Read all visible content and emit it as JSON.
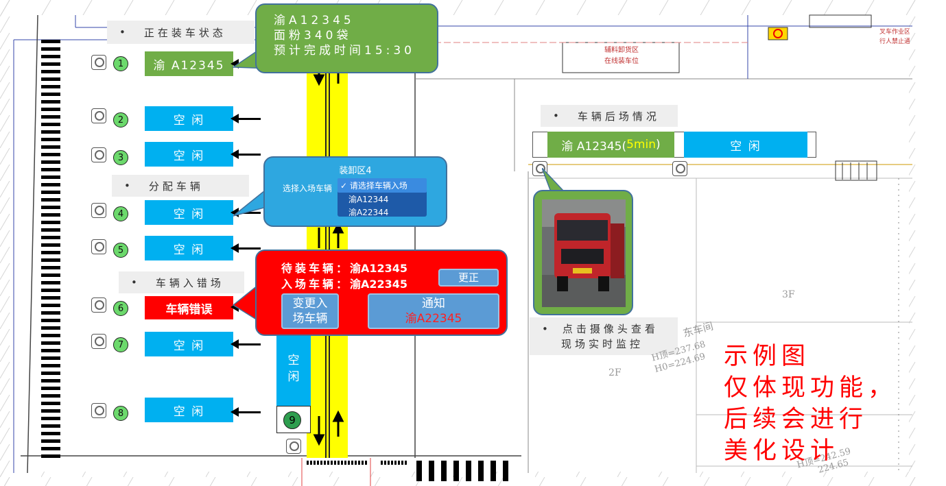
{
  "loading_status": {
    "tag": "正在装车状态",
    "bubble_plate": "渝A12345",
    "bubble_cargo": "面粉340袋",
    "bubble_time": "预计完成时间15:30"
  },
  "bays": [
    {
      "num": "1",
      "label": "渝 A12345",
      "state": "loading"
    },
    {
      "num": "2",
      "label": "空 闲",
      "state": "idle"
    },
    {
      "num": "3",
      "label": "空 闲",
      "state": "idle"
    },
    {
      "num": "4",
      "label": "空 闲",
      "state": "idle"
    },
    {
      "num": "5",
      "label": "空 闲",
      "state": "idle"
    },
    {
      "num": "6",
      "label": "车辆错误",
      "state": "error"
    },
    {
      "num": "7",
      "label": "空 闲",
      "state": "idle"
    },
    {
      "num": "8",
      "label": "空 闲",
      "state": "idle"
    },
    {
      "num": "9",
      "label": "空\n闲",
      "state": "idle"
    }
  ],
  "assign": {
    "tag": "分配车辆",
    "title": "装卸区4",
    "field_label": "选择入场车辆",
    "options": [
      "请选择车辆入场",
      "渝A12344",
      "渝A22344"
    ],
    "selected": "请选择车辆入场"
  },
  "wrong_entry": {
    "tag": "车辆入错场",
    "waiting_label": "待装车辆：",
    "waiting_plate": "渝A12345",
    "entered_label": "入场车辆：",
    "entered_plate": "渝A22345",
    "correct_button": "更正",
    "change_button_line1": "变更入",
    "change_button_line2": "场车辆",
    "notify_button_title": "通知",
    "notify_button_plate": "渝A22345"
  },
  "rear_yard": {
    "tag": "车辆后场情况",
    "occupied": "渝 A12345(",
    "occupied_time": "5min",
    "occupied_end": ")",
    "idle": "空 闲"
  },
  "camera_tip": {
    "line1": "点击摄像头查看",
    "line2": "现场实时监控"
  },
  "note": {
    "line1": "示例图",
    "line2": "仅体现功能，",
    "line3": "后续会进行",
    "line4": "美化设计"
  },
  "map_labels": {
    "aux_area_1": "辅料卸货区",
    "aux_area_2": "在线装车位",
    "forklift_1": "叉车作业区",
    "forklift_2": "行人禁止通",
    "floor_3f": "3F",
    "floor_2f": "2F",
    "building": "东车间",
    "h_top": "H顶=237.68",
    "h_zero": "H0=224.69",
    "h_top2": "H顶=242.59",
    "h_zero2": "224.65"
  },
  "colors": {
    "idle": "#00b0f0",
    "loading": "#70ad47",
    "error": "#ff0000",
    "lane": "#ffff00",
    "note_text": "#ff0000"
  }
}
